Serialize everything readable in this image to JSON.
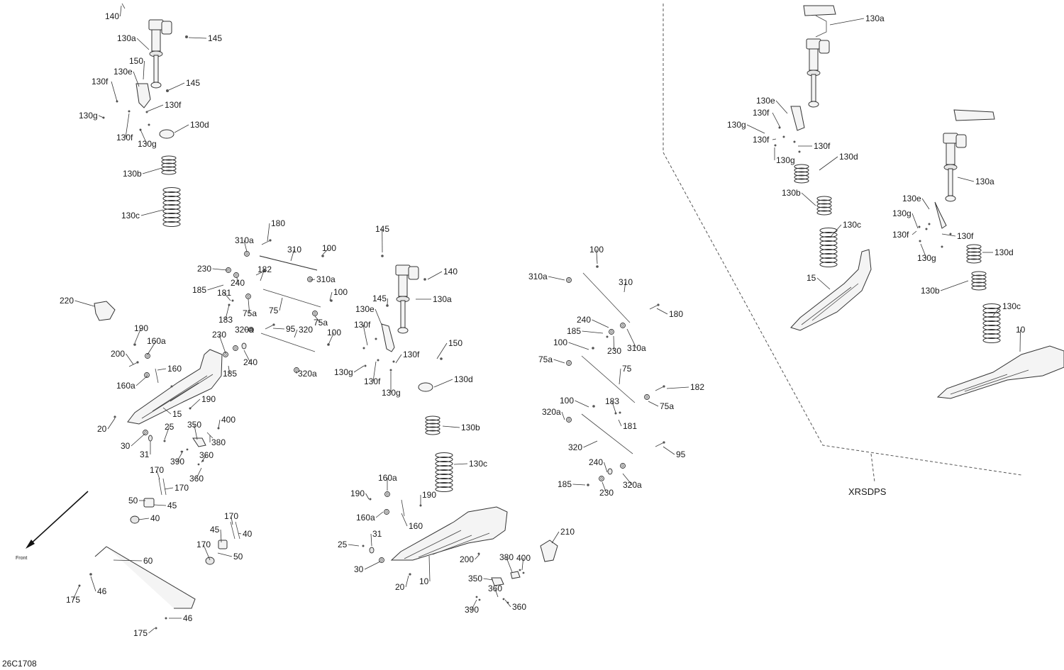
{
  "diagram": {
    "code": "26C1708",
    "variant_label": "XRSDPS",
    "direction_label": "Front"
  },
  "callouts": [
    {
      "id": "140",
      "text": "140"
    },
    {
      "id": "145",
      "text": "145"
    },
    {
      "id": "130a",
      "text": "130a"
    },
    {
      "id": "150",
      "text": "150"
    },
    {
      "id": "130e",
      "text": "130e"
    },
    {
      "id": "145",
      "text": "145"
    },
    {
      "id": "130f",
      "text": "130f"
    },
    {
      "id": "130f",
      "text": "130f"
    },
    {
      "id": "130g",
      "text": "130g"
    },
    {
      "id": "130f",
      "text": "130f"
    },
    {
      "id": "130g",
      "text": "130g"
    },
    {
      "id": "130d",
      "text": "130d"
    },
    {
      "id": "130b",
      "text": "130b"
    },
    {
      "id": "130c",
      "text": "130c"
    },
    {
      "id": "180",
      "text": "180"
    },
    {
      "id": "310a",
      "text": "310a"
    },
    {
      "id": "310",
      "text": "310"
    },
    {
      "id": "100",
      "text": "100"
    },
    {
      "id": "230",
      "text": "230"
    },
    {
      "id": "182",
      "text": "182"
    },
    {
      "id": "310a",
      "text": "310a"
    },
    {
      "id": "185",
      "text": "185"
    },
    {
      "id": "240",
      "text": "240"
    },
    {
      "id": "181",
      "text": "181"
    },
    {
      "id": "100",
      "text": "100"
    },
    {
      "id": "75a",
      "text": "75a"
    },
    {
      "id": "75",
      "text": "75"
    },
    {
      "id": "183",
      "text": "183"
    },
    {
      "id": "75a",
      "text": "75a"
    },
    {
      "id": "320a",
      "text": "320a"
    },
    {
      "id": "95",
      "text": "95"
    },
    {
      "id": "320",
      "text": "320"
    },
    {
      "id": "100",
      "text": "100"
    },
    {
      "id": "230",
      "text": "230"
    },
    {
      "id": "240",
      "text": "240"
    },
    {
      "id": "185",
      "text": "185"
    },
    {
      "id": "320a",
      "text": "320a"
    },
    {
      "id": "220",
      "text": "220"
    },
    {
      "id": "190",
      "text": "190"
    },
    {
      "id": "160a",
      "text": "160a"
    },
    {
      "id": "200",
      "text": "200"
    },
    {
      "id": "160",
      "text": "160"
    },
    {
      "id": "160a",
      "text": "160a"
    },
    {
      "id": "190",
      "text": "190"
    },
    {
      "id": "15",
      "text": "15"
    },
    {
      "id": "20",
      "text": "20"
    },
    {
      "id": "25",
      "text": "25"
    },
    {
      "id": "350",
      "text": "350"
    },
    {
      "id": "400",
      "text": "400"
    },
    {
      "id": "30",
      "text": "30"
    },
    {
      "id": "31",
      "text": "31"
    },
    {
      "id": "380",
      "text": "380"
    },
    {
      "id": "360",
      "text": "360"
    },
    {
      "id": "390",
      "text": "390"
    },
    {
      "id": "360",
      "text": "360"
    },
    {
      "id": "170",
      "text": "170"
    },
    {
      "id": "170",
      "text": "170"
    },
    {
      "id": "50",
      "text": "50"
    },
    {
      "id": "45",
      "text": "45"
    },
    {
      "id": "40",
      "text": "40"
    },
    {
      "id": "170",
      "text": "170"
    },
    {
      "id": "45",
      "text": "45"
    },
    {
      "id": "170",
      "text": "170"
    },
    {
      "id": "40",
      "text": "40"
    },
    {
      "id": "50",
      "text": "50"
    },
    {
      "id": "60",
      "text": "60"
    },
    {
      "id": "46",
      "text": "46"
    },
    {
      "id": "175",
      "text": "175"
    },
    {
      "id": "46",
      "text": "46"
    },
    {
      "id": "175",
      "text": "175"
    },
    {
      "id": "145",
      "text": "145"
    },
    {
      "id": "140",
      "text": "140"
    },
    {
      "id": "145",
      "text": "145"
    },
    {
      "id": "130e",
      "text": "130e"
    },
    {
      "id": "130a",
      "text": "130a"
    },
    {
      "id": "130f",
      "text": "130f"
    },
    {
      "id": "150",
      "text": "150"
    },
    {
      "id": "130f",
      "text": "130f"
    },
    {
      "id": "130g",
      "text": "130g"
    },
    {
      "id": "130f",
      "text": "130f"
    },
    {
      "id": "130g",
      "text": "130g"
    },
    {
      "id": "130d",
      "text": "130d"
    },
    {
      "id": "130b",
      "text": "130b"
    },
    {
      "id": "130c",
      "text": "130c"
    },
    {
      "id": "160a",
      "text": "160a"
    },
    {
      "id": "190",
      "text": "190"
    },
    {
      "id": "190",
      "text": "190"
    },
    {
      "id": "160a",
      "text": "160a"
    },
    {
      "id": "160",
      "text": "160"
    },
    {
      "id": "31",
      "text": "31"
    },
    {
      "id": "25",
      "text": "25"
    },
    {
      "id": "30",
      "text": "30"
    },
    {
      "id": "20",
      "text": "20"
    },
    {
      "id": "10",
      "text": "10"
    },
    {
      "id": "210",
      "text": "210"
    },
    {
      "id": "200",
      "text": "200"
    },
    {
      "id": "380",
      "text": "380"
    },
    {
      "id": "400",
      "text": "400"
    },
    {
      "id": "350",
      "text": "350"
    },
    {
      "id": "360",
      "text": "360"
    },
    {
      "id": "390",
      "text": "390"
    },
    {
      "id": "360",
      "text": "360"
    },
    {
      "id": "100",
      "text": "100"
    },
    {
      "id": "310a",
      "text": "310a"
    },
    {
      "id": "310",
      "text": "310"
    },
    {
      "id": "180",
      "text": "180"
    },
    {
      "id": "240",
      "text": "240"
    },
    {
      "id": "185",
      "text": "185"
    },
    {
      "id": "230",
      "text": "230"
    },
    {
      "id": "310a",
      "text": "310a"
    },
    {
      "id": "100",
      "text": "100"
    },
    {
      "id": "75a",
      "text": "75a"
    },
    {
      "id": "75",
      "text": "75"
    },
    {
      "id": "182",
      "text": "182"
    },
    {
      "id": "75a",
      "text": "75a"
    },
    {
      "id": "100",
      "text": "100"
    },
    {
      "id": "183",
      "text": "183"
    },
    {
      "id": "320a",
      "text": "320a"
    },
    {
      "id": "181",
      "text": "181"
    },
    {
      "id": "320",
      "text": "320"
    },
    {
      "id": "95",
      "text": "95"
    },
    {
      "id": "240",
      "text": "240"
    },
    {
      "id": "185",
      "text": "185"
    },
    {
      "id": "320a",
      "text": "320a"
    },
    {
      "id": "230",
      "text": "230"
    },
    {
      "id": "130a",
      "text": "130a"
    },
    {
      "id": "130e",
      "text": "130e"
    },
    {
      "id": "130f",
      "text": "130f"
    },
    {
      "id": "130g",
      "text": "130g"
    },
    {
      "id": "130f",
      "text": "130f"
    },
    {
      "id": "130f",
      "text": "130f"
    },
    {
      "id": "130g",
      "text": "130g"
    },
    {
      "id": "130d",
      "text": "130d"
    },
    {
      "id": "130b",
      "text": "130b"
    },
    {
      "id": "130c",
      "text": "130c"
    },
    {
      "id": "15",
      "text": "15"
    },
    {
      "id": "130a",
      "text": "130a"
    },
    {
      "id": "130e",
      "text": "130e"
    },
    {
      "id": "130g",
      "text": "130g"
    },
    {
      "id": "130f",
      "text": "130f"
    },
    {
      "id": "130f",
      "text": "130f"
    },
    {
      "id": "130g",
      "text": "130g"
    },
    {
      "id": "130d",
      "text": "130d"
    },
    {
      "id": "130b",
      "text": "130b"
    },
    {
      "id": "130c",
      "text": "130c"
    },
    {
      "id": "10",
      "text": "10"
    }
  ]
}
